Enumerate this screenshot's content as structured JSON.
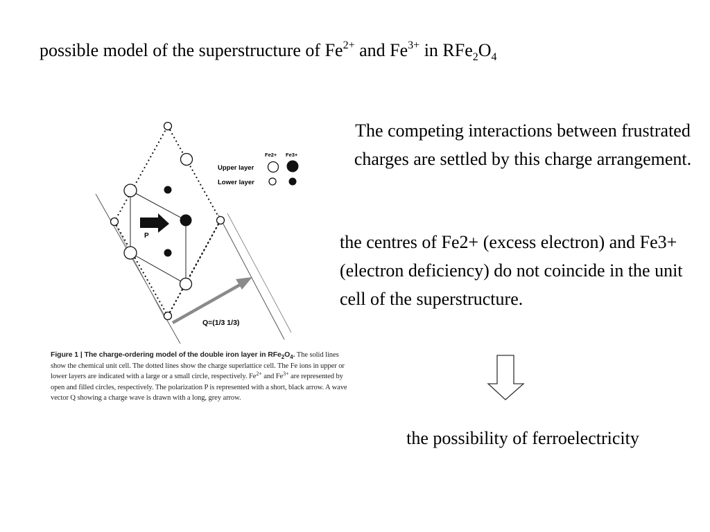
{
  "title": {
    "prefix": "possible model of the superstructure of Fe",
    "sup1": "2+",
    "mid": " and Fe",
    "sup2": "3+",
    "mid2": " in RFe",
    "sub1": "2",
    "o": "O",
    "sub2": "4"
  },
  "paragraph1": "The competing interactions between frustrated charges are settled by this charge arrangement.",
  "paragraph2": "the centres of Fe2+ (excess electron) and Fe3+ (electron deficiency) do not coincide in the unit cell of the superstructure.",
  "conclusion": "the possibility of ferroelectricity",
  "figure": {
    "legend_fe2": "Fe2+",
    "legend_fe3": "Fe3+",
    "legend_upper": "Upper layer",
    "legend_lower": "Lower layer",
    "p_label": "P",
    "q_label": "Q=(1/3 1/3)",
    "colors": {
      "grey_arrow": "#8a8a8a",
      "ink": "#1a1a1a"
    }
  },
  "caption": {
    "bold_prefix": "Figure 1 | The charge-ordering model of the double iron layer in RFe",
    "bold_sub1": "2",
    "bold_o": "O",
    "bold_sub2": "4",
    "bold_end": ".",
    "text1": " The solid lines show the chemical unit cell. The dotted lines show the charge superlattice cell. The Fe ions in upper or lower layers are indicated with a large or a small circle, respectively. Fe",
    "sup1": "2+",
    "text2": " and Fe",
    "sup2": "3+",
    "text3": " are represented by open and filled circles, respectively. The polarization P is represented with a short, black arrow. A wave vector Q showing a charge wave is drawn with a long, grey arrow."
  }
}
